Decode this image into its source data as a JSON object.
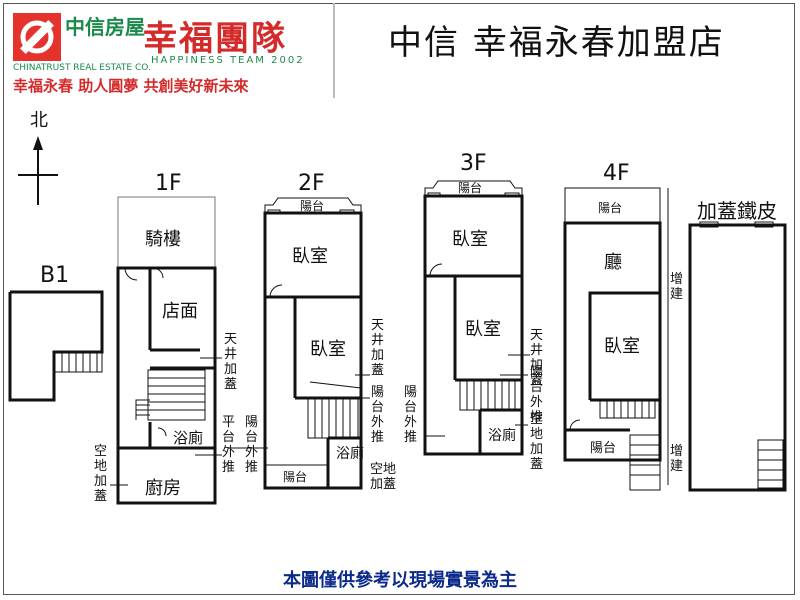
{
  "header": {
    "brand_cn": "中信房屋",
    "brand_en": "CHINATRUST REAL ESTATE CO.",
    "team_cn": "幸福團隊",
    "team_en": "HAPPINESS TEAM 2002",
    "slogan": "幸福永春 助人圓夢 共創美好新未來",
    "store": "中信 幸福永春加盟店"
  },
  "compass": {
    "label": "北"
  },
  "floors": {
    "b1": "B1",
    "f1": "1F",
    "f2": "2F",
    "f3": "3F",
    "f4": "4F",
    "roof": "加蓋鐵皮"
  },
  "rooms": {
    "arcade": "騎樓",
    "shop": "店面",
    "bath1": "浴廁",
    "kitchen": "廚房",
    "balcony2": "陽台",
    "bed2a": "臥室",
    "bed2b": "臥室",
    "bath2": "浴廁",
    "balcony2b": "陽台",
    "balcony3": "陽台",
    "bed3a": "臥室",
    "bed3b": "臥室",
    "bath3": "浴廁",
    "balcony4": "陽台",
    "hall4": "廳",
    "bed4": "臥室",
    "balcony4b": "陽台"
  },
  "notes": {
    "skylight1": "天井加蓋",
    "platform1": "平台外推",
    "vacant1": "空地加蓋",
    "balconypush2": "陽台外推",
    "skylight2": "天井加蓋",
    "balconypush2b": "陽台外推",
    "vacant2": "空地加蓋",
    "balconypush3": "陽台外推",
    "skylight3": "天井加蓋",
    "balconypush3b": "陽台外推",
    "vacant3": "空地加蓋",
    "addon4a": "增建",
    "addon4b": "增建"
  },
  "footer": "本圖僅供參考以現場實景為主"
}
